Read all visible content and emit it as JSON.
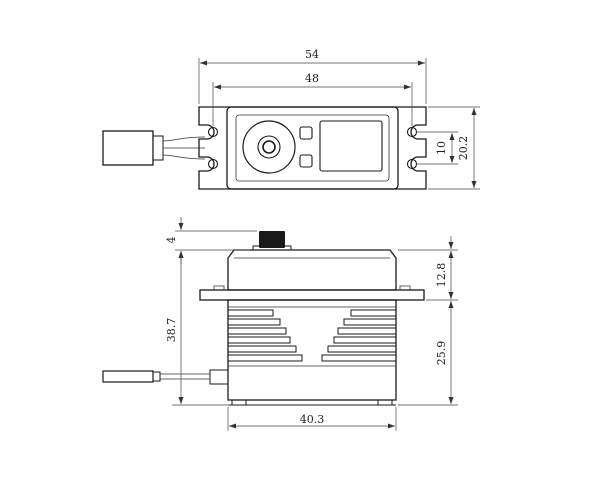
{
  "diagram": {
    "top_view": {
      "overall_length": "54",
      "mount_hole_spacing": "48",
      "body_width": "20.2",
      "output_area_width": "10"
    },
    "side_view": {
      "spline_height": "4",
      "top_to_flange": "12.8",
      "overall_height": "38.7",
      "flange_to_bottom": "25.9",
      "body_length": "40.3"
    }
  }
}
